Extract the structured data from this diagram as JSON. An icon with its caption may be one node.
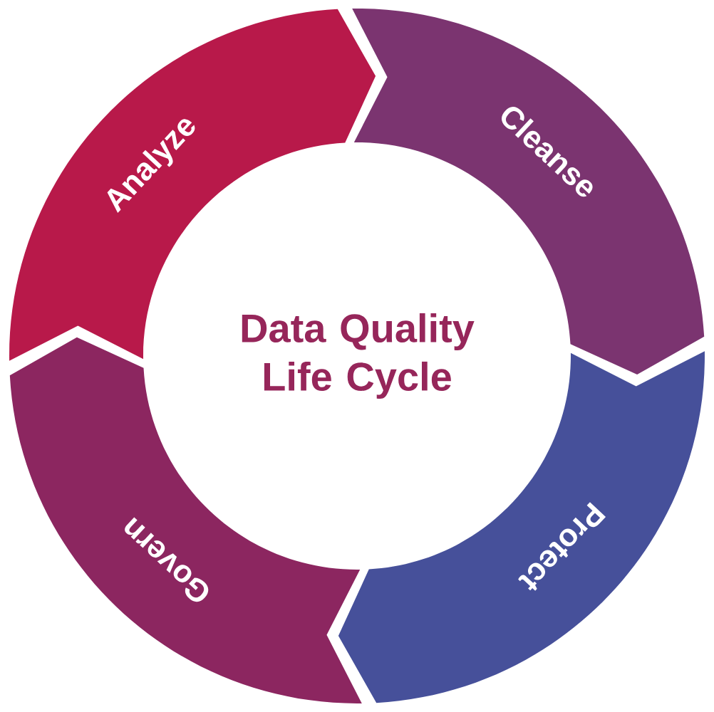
{
  "diagram": {
    "nodes": [
      {
        "text": [
          "Data Quality Life Cycle"
        ]
      },
      {
        "text": [
          "Analyze"
        ]
      },
      {
        "text": [
          "Cleanse"
        ]
      },
      {
        "text": [
          "Protect"
        ]
      },
      {
        "text": [
          "Govern"
        ]
      }
    ]
  }
}
